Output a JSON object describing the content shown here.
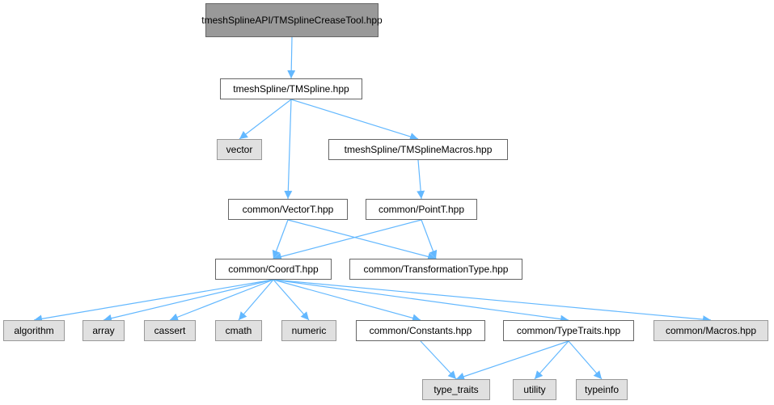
{
  "graph": {
    "nodes": {
      "root": "tmeshSplineAPI/TMSplineCreaseTool.hpp",
      "tmspline": "tmeshSpline/TMSpline.hpp",
      "vector": "vector",
      "macros_tm": "tmeshSpline/TMSplineMacros.hpp",
      "vectort": "common/VectorT.hpp",
      "pointt": "common/PointT.hpp",
      "coordt": "common/CoordT.hpp",
      "transformation": "common/TransformationType.hpp",
      "algorithm": "algorithm",
      "array": "array",
      "cassert": "cassert",
      "cmath": "cmath",
      "numeric": "numeric",
      "constants": "common/Constants.hpp",
      "typetraits": "common/TypeTraits.hpp",
      "macros": "common/Macros.hpp",
      "type_traits": "type_traits",
      "utility": "utility",
      "typeinfo": "typeinfo"
    },
    "edges": [
      [
        "root",
        "tmspline"
      ],
      [
        "tmspline",
        "vector"
      ],
      [
        "tmspline",
        "macros_tm"
      ],
      [
        "tmspline",
        "vectort"
      ],
      [
        "macros_tm",
        "pointt"
      ],
      [
        "vectort",
        "coordt"
      ],
      [
        "vectort",
        "transformation"
      ],
      [
        "pointt",
        "coordt"
      ],
      [
        "pointt",
        "transformation"
      ],
      [
        "coordt",
        "algorithm"
      ],
      [
        "coordt",
        "array"
      ],
      [
        "coordt",
        "cassert"
      ],
      [
        "coordt",
        "cmath"
      ],
      [
        "coordt",
        "numeric"
      ],
      [
        "coordt",
        "constants"
      ],
      [
        "coordt",
        "typetraits"
      ],
      [
        "coordt",
        "macros"
      ],
      [
        "constants",
        "type_traits"
      ],
      [
        "typetraits",
        "type_traits"
      ],
      [
        "typetraits",
        "utility"
      ],
      [
        "typetraits",
        "typeinfo"
      ]
    ],
    "colors": {
      "edge": "#63b8ff",
      "root_fill": "#999999",
      "local_fill": "#ffffff",
      "system_fill": "#e0e0e0"
    }
  }
}
